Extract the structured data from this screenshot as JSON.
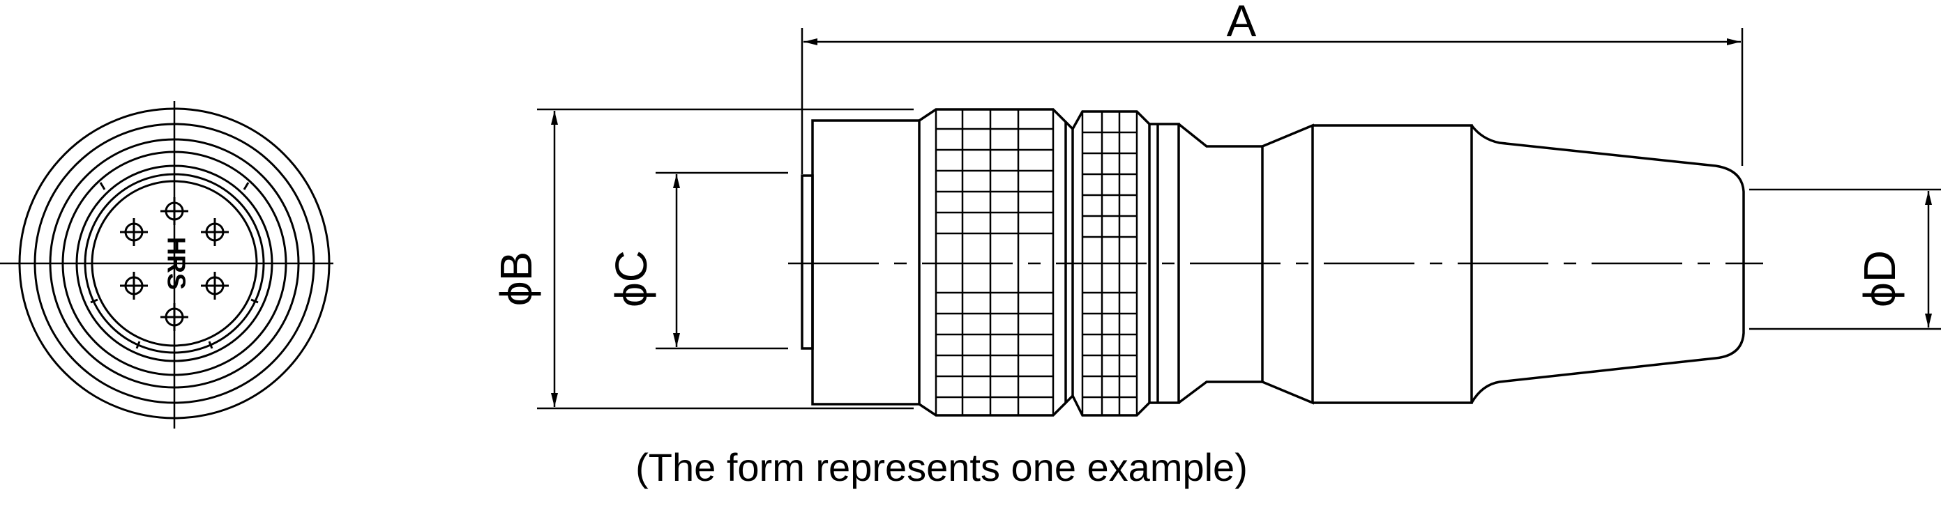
{
  "labels": {
    "dim_a": "A",
    "dim_b": "ϕB",
    "dim_c": "ϕC",
    "dim_d": "ϕD",
    "logo": "HRS"
  },
  "caption": "(The form represents one example)",
  "colors": {
    "line": "#000000",
    "background": "#ffffff"
  }
}
